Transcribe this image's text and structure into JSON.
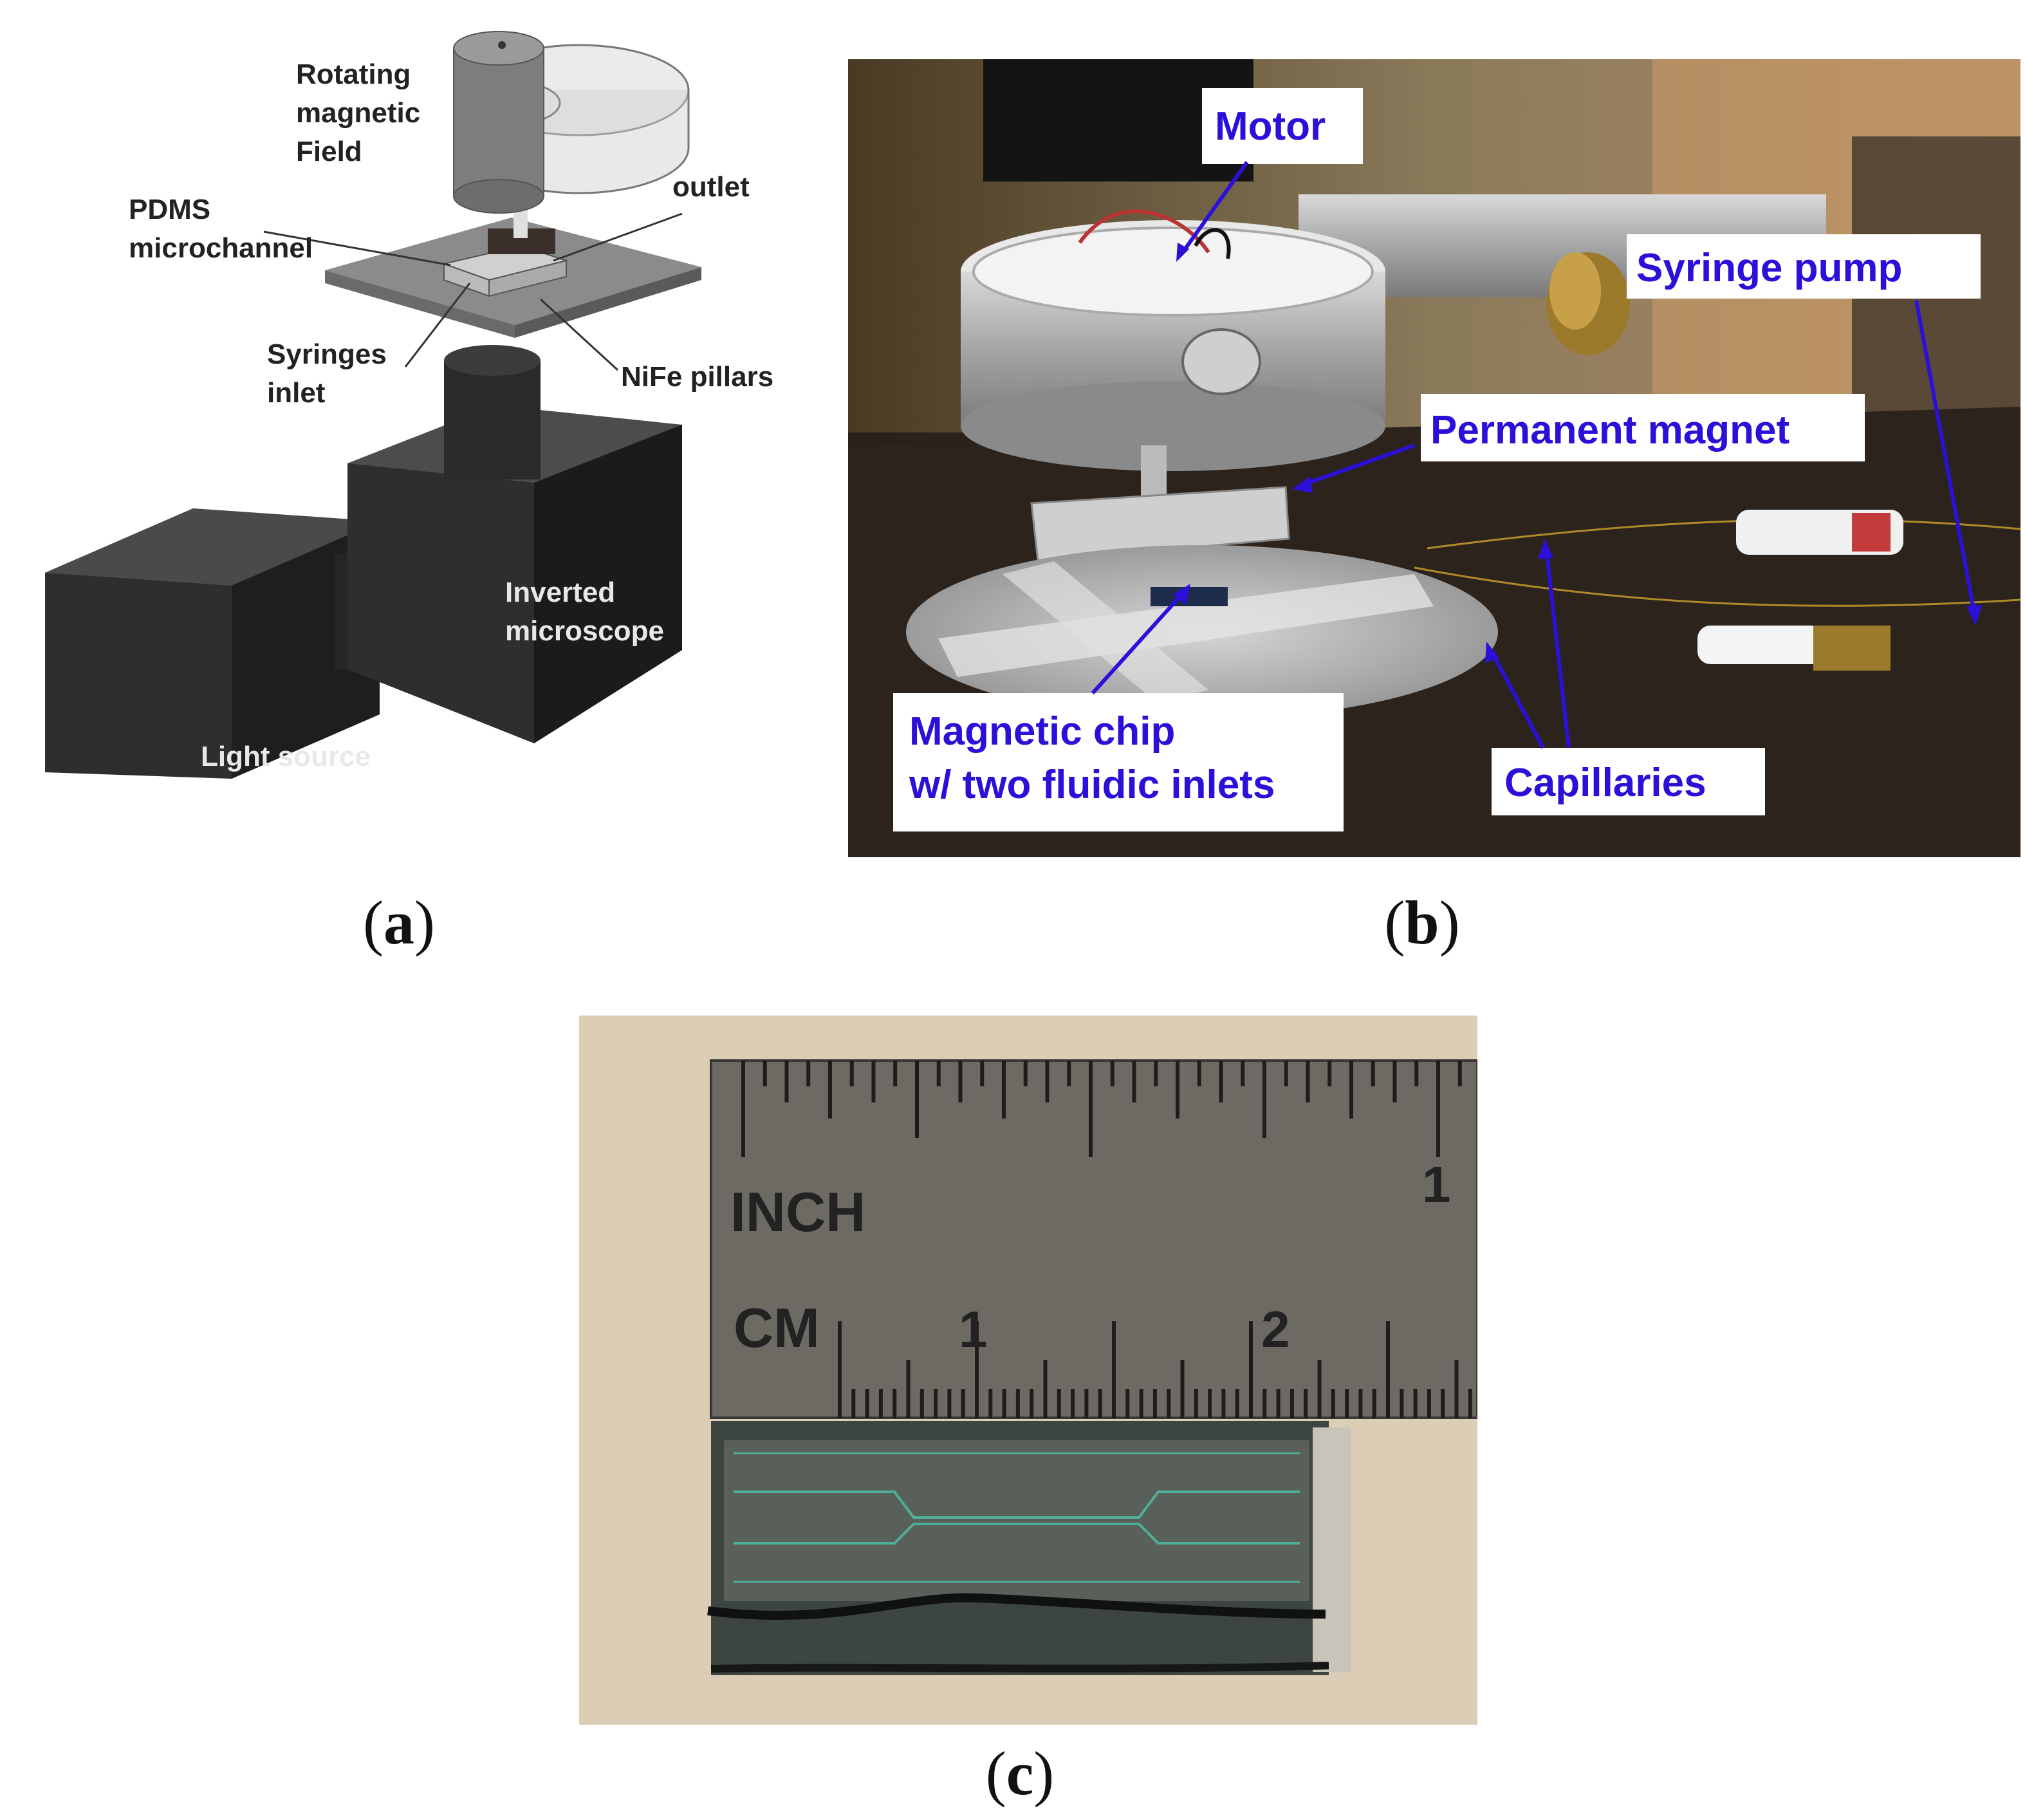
{
  "panel_a": {
    "caption_letter": "a",
    "labels": {
      "rotating_field": [
        "Rotating",
        "magnetic",
        "Field"
      ],
      "pdms": [
        "PDMS",
        "microchannel"
      ],
      "outlet": "outlet",
      "syringes": [
        "Syringes",
        "inlet"
      ],
      "nife": "NiFe pillars",
      "microscope": [
        "Inverted",
        "microscope"
      ],
      "light": "Light source"
    }
  },
  "panel_b": {
    "caption_letter": "b",
    "labels": {
      "motor": "Motor",
      "syringe_pump": "Syringe pump",
      "permanent_magnet": "Permanent magnet",
      "chip_line1": "Magnetic chip",
      "chip_line2": "w/ two fluidic inlets",
      "capillaries": "Capillaries"
    },
    "label_color": "#2a10d8"
  },
  "panel_c": {
    "caption_letter": "c",
    "ruler": {
      "inch": "INCH",
      "cm": "CM",
      "inch_1": "1",
      "cm_1": "1",
      "cm_2": "2"
    }
  }
}
